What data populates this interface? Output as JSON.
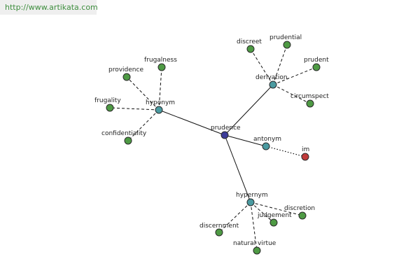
{
  "source": {
    "url_text": "http://www.artikata.com"
  },
  "colors": {
    "root": "#3c3c9a",
    "relation": "#4a9aa0",
    "word": "#4e9a44",
    "antonym_word": "#c03a3a"
  },
  "graph": {
    "root": {
      "id": "prudence",
      "label": "prudence",
      "kind": "root"
    },
    "relations": [
      {
        "id": "derivation",
        "label": "derivation",
        "kind": "relation",
        "words": [
          {
            "id": "discreet",
            "label": "discreet",
            "kind": "word"
          },
          {
            "id": "prudential",
            "label": "prudential",
            "kind": "word"
          },
          {
            "id": "prudent",
            "label": "prudent",
            "kind": "word"
          },
          {
            "id": "circumspect",
            "label": "circumspect",
            "kind": "word"
          }
        ]
      },
      {
        "id": "hyponym",
        "label": "hyponym",
        "kind": "relation",
        "words": [
          {
            "id": "frugalness",
            "label": "frugalness",
            "kind": "word"
          },
          {
            "id": "providence",
            "label": "providence",
            "kind": "word"
          },
          {
            "id": "frugality",
            "label": "frugality",
            "kind": "word"
          },
          {
            "id": "confidentiality",
            "label": "confidentiality",
            "kind": "word"
          }
        ]
      },
      {
        "id": "antonym",
        "label": "antonym",
        "kind": "relation",
        "words": [
          {
            "id": "im",
            "label": "im",
            "kind": "antonym_word"
          }
        ]
      },
      {
        "id": "hypernym",
        "label": "hypernym",
        "kind": "relation",
        "words": [
          {
            "id": "discretion",
            "label": "discretion",
            "kind": "word"
          },
          {
            "id": "judgement",
            "label": "judgement",
            "kind": "word"
          },
          {
            "id": "discernment",
            "label": "discernment",
            "kind": "word"
          },
          {
            "id": "natural-virtue",
            "label": "natural virtue",
            "kind": "word"
          }
        ]
      }
    ]
  }
}
